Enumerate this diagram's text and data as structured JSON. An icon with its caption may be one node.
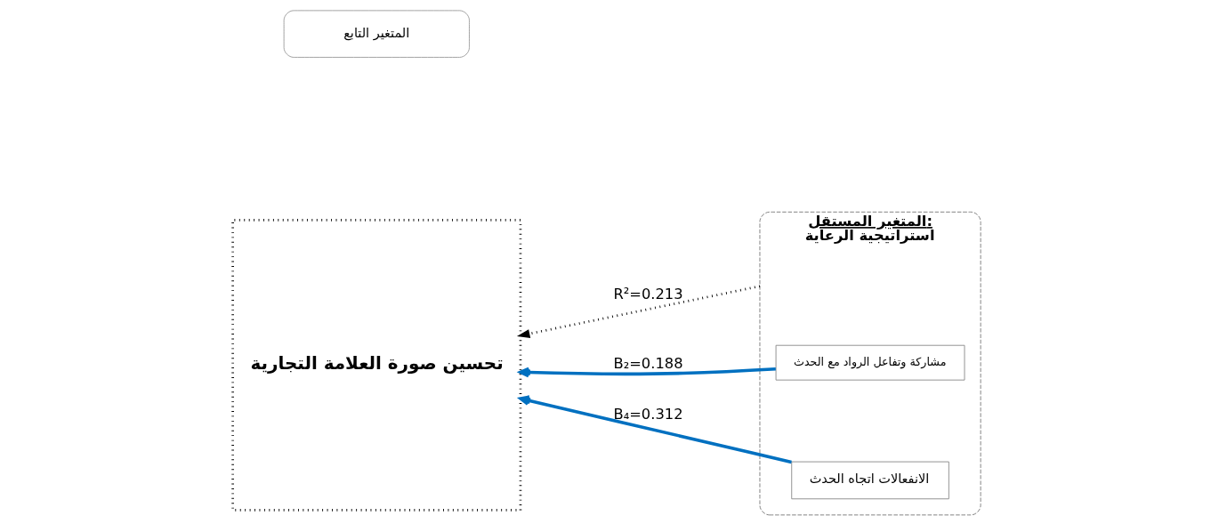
{
  "diagram": {
    "nodes": [
      {
        "text": [
          "المتغير التابع"
        ]
      },
      {
        "text": [
          "تحسين صورة العلامة التجارية"
        ]
      },
      {
        "text": [
          "المتغير المستقل:",
          "استراتيجية الرعاية"
        ]
      },
      {
        "text": [
          "مشاركة وتفاعل الرواد مع الحدث"
        ],
        "in": 2
      },
      {
        "text": [
          "الانفعالات اتجاه الحدث"
        ],
        "in": 2
      }
    ],
    "edges": [
      {
        "from": 2,
        "to": 1,
        "arrow": "to",
        "label": "R²=0.213",
        "style": "dashed",
        "color": "#000000"
      },
      {
        "from": 3,
        "to": 1,
        "arrow": "to",
        "label": "B₂=0.188"
      },
      {
        "from": 4,
        "to": 1,
        "arrow": "to",
        "label": "B₄=0.312"
      }
    ]
  }
}
